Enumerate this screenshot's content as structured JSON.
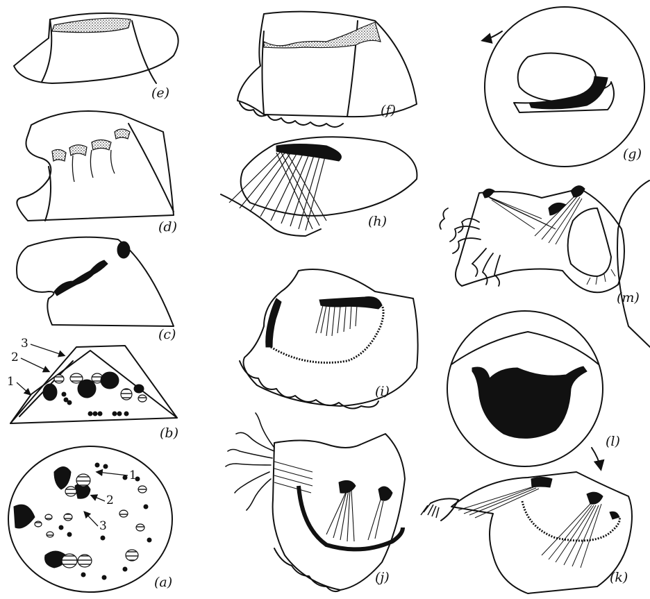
{
  "figure": {
    "panels": [
      {
        "id": "a",
        "label": "(a)"
      },
      {
        "id": "b",
        "label": "(b)"
      },
      {
        "id": "c",
        "label": "(c)"
      },
      {
        "id": "d",
        "label": "(d)"
      },
      {
        "id": "e",
        "label": "(e)"
      },
      {
        "id": "f",
        "label": "(f)"
      },
      {
        "id": "g",
        "label": "(g)"
      },
      {
        "id": "h",
        "label": "(h)"
      },
      {
        "id": "i",
        "label": "(i)"
      },
      {
        "id": "j",
        "label": "(j)"
      },
      {
        "id": "k",
        "label": "(k)"
      },
      {
        "id": "l",
        "label": "(l)"
      },
      {
        "id": "m",
        "label": "(m)"
      }
    ],
    "callouts_b": [
      "1",
      "2",
      "3"
    ],
    "callouts_a": [
      "1",
      "2",
      "3"
    ]
  }
}
